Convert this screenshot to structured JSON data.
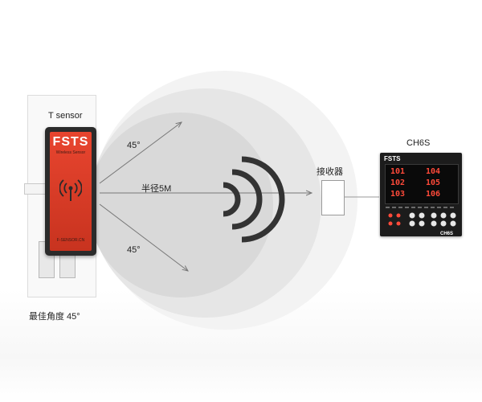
{
  "sensor": {
    "title": "T sensor",
    "brand": "FSTS",
    "subtitle": "Wireless Sensor",
    "footer": "F-SENSOR.CN",
    "antenna_icon": "wireless-antenna-icon"
  },
  "signal": {
    "angle_upper": "45°",
    "radius": "半径5M",
    "angle_lower": "45°",
    "wave_icon": "radio-waves-icon"
  },
  "best_angle_label": "最佳角度 45°",
  "receiver": {
    "label": "接收器"
  },
  "controller": {
    "title": "CH6S",
    "brand": "FSTS",
    "model": "CH6S",
    "readings": [
      "101",
      "104",
      "102",
      "105",
      "103",
      "106"
    ]
  },
  "colors": {
    "sensor_red": "#d83a25",
    "display_red": "#ff4a3a",
    "arrow": "#777777"
  }
}
